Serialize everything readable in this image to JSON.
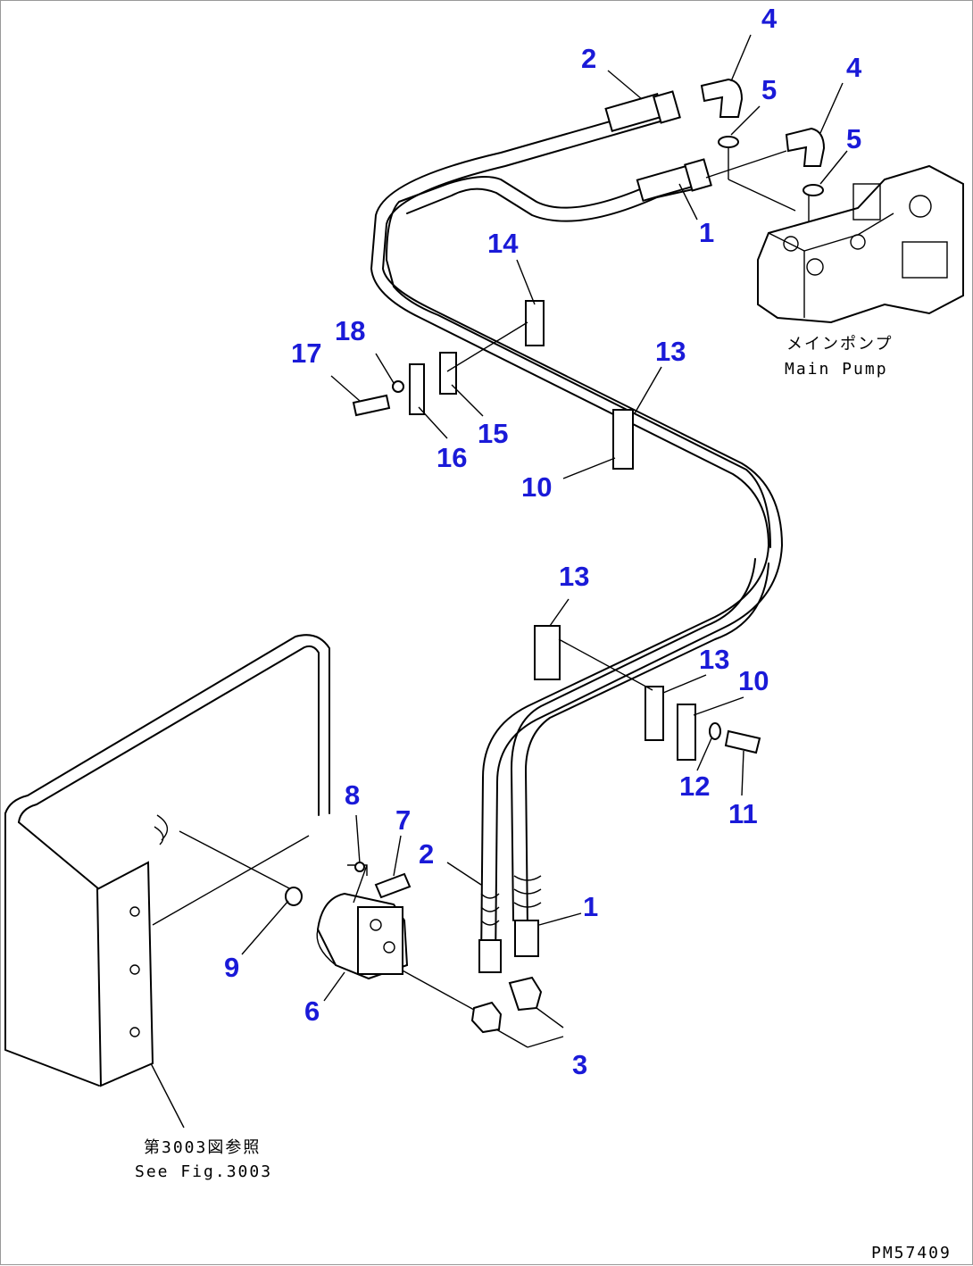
{
  "callouts": [
    {
      "id": "c-4a",
      "text": "4"
    },
    {
      "id": "c-2a",
      "text": "2"
    },
    {
      "id": "c-5a",
      "text": "5"
    },
    {
      "id": "c-4b",
      "text": "4"
    },
    {
      "id": "c-5b",
      "text": "5"
    },
    {
      "id": "c-1a",
      "text": "1"
    },
    {
      "id": "c-14",
      "text": "14"
    },
    {
      "id": "c-18",
      "text": "18"
    },
    {
      "id": "c-17",
      "text": "17"
    },
    {
      "id": "c-13a",
      "text": "13"
    },
    {
      "id": "c-15",
      "text": "15"
    },
    {
      "id": "c-16",
      "text": "16"
    },
    {
      "id": "c-10a",
      "text": "10"
    },
    {
      "id": "c-13b",
      "text": "13"
    },
    {
      "id": "c-13c",
      "text": "13"
    },
    {
      "id": "c-10b",
      "text": "10"
    },
    {
      "id": "c-12",
      "text": "12"
    },
    {
      "id": "c-11",
      "text": "11"
    },
    {
      "id": "c-8",
      "text": "8"
    },
    {
      "id": "c-7",
      "text": "7"
    },
    {
      "id": "c-2b",
      "text": "2"
    },
    {
      "id": "c-1b",
      "text": "1"
    },
    {
      "id": "c-9",
      "text": "9"
    },
    {
      "id": "c-6",
      "text": "6"
    },
    {
      "id": "c-3",
      "text": "3"
    }
  ],
  "labels": {
    "main_pump_jp": "メインポンプ",
    "main_pump_en": "Main Pump",
    "see_fig_jp": "第3003図参照",
    "see_fig_en": "See Fig.3003",
    "drawing_no": "PM57409"
  }
}
